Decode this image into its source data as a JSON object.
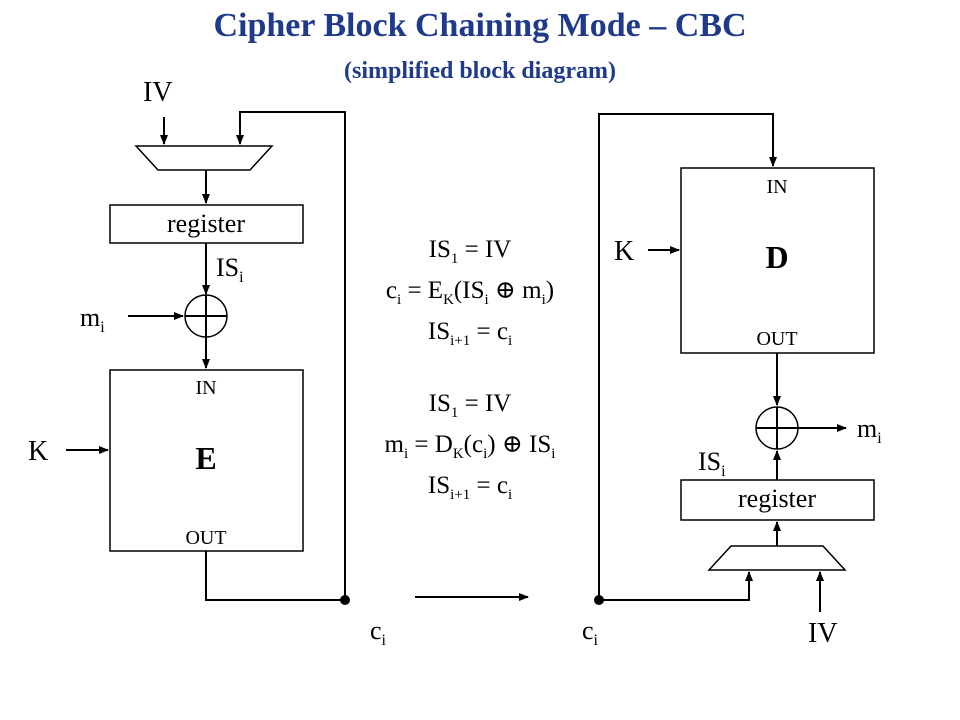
{
  "title": "Cipher Block Chaining Mode – CBC",
  "subtitle": "(simplified block diagram)",
  "encrypt": {
    "iv": "IV",
    "register": "register",
    "is_base": "IS",
    "is_sub": "i",
    "m_base": "m",
    "m_sub": "i",
    "k": "K",
    "in": "IN",
    "op": "E",
    "out": "OUT",
    "c_base": "c",
    "c_sub": "i"
  },
  "decrypt": {
    "iv": "IV",
    "register": "register",
    "is_base": "IS",
    "is_sub": "i",
    "m_base": "m",
    "m_sub": "i",
    "k": "K",
    "in": "IN",
    "op": "D",
    "out": "OUT",
    "c_base": "c",
    "c_sub": "i"
  },
  "enc_formula": {
    "l1_base": "IS",
    "l1_sub": "1",
    "l1_rest": " = IV",
    "l2_c": "c",
    "l2_c_sub": "i",
    "l2_mid": " = E",
    "l2_k_sub": "K",
    "l2_open": "(IS",
    "l2_is_sub": "i",
    "l2_op": " ⊕ m",
    "l2_m_sub": "i",
    "l2_close": ")",
    "l3_base": "IS",
    "l3_sub": "i+1",
    "l3_rest": " = c",
    "l3_c_sub": "i"
  },
  "dec_formula": {
    "l1_base": "IS",
    "l1_sub": "1",
    "l1_rest": " = IV",
    "l2_m": "m",
    "l2_m_sub": "i",
    "l2_mid": " = D",
    "l2_k_sub": "K",
    "l2_open": "(c",
    "l2_c_sub": "i",
    "l2_close": ") ⊕ IS",
    "l2_is_sub": "i",
    "l3_base": "IS",
    "l3_sub": "i+1",
    "l3_rest": " = c",
    "l3_c_sub": "i"
  }
}
